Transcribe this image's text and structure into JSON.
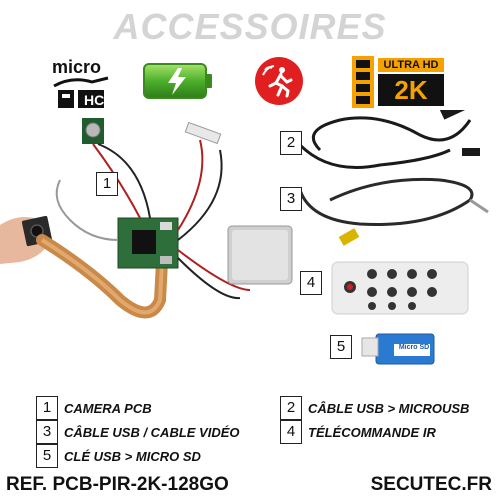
{
  "title": "ACCESSOIRES",
  "badges": {
    "sd_logo": {
      "line1": "micro",
      "line2": "HC",
      "icon": "microsd-hc-logo"
    },
    "battery": {
      "icon": "battery-charging-icon",
      "color": "#4caf2b"
    },
    "motion": {
      "icon": "motion-detection-icon",
      "color": "#e02020"
    },
    "ultra_hd": {
      "top": "ULTRA HD",
      "bottom": "2K",
      "icon": "film-strip-icon",
      "accent": "#f5a100"
    }
  },
  "usb_key": {
    "label": "Micro SD"
  },
  "callouts": [
    "1",
    "2",
    "3",
    "4",
    "5"
  ],
  "legend": [
    {
      "num": "1",
      "label": "CAMERA PCB"
    },
    {
      "num": "2",
      "label": "CÂBLE USB > MICROUSB"
    },
    {
      "num": "3",
      "label": "CÂBLE USB / CABLE VIDÉO"
    },
    {
      "num": "4",
      "label": "TÉLÉCOMMANDE IR"
    },
    {
      "num": "5",
      "label": "CLÉ USB > MICRO SD"
    }
  ],
  "footer": {
    "ref": "REF. PCB-PIR-2K-128GO",
    "brand": "SECUTEC.FR"
  }
}
